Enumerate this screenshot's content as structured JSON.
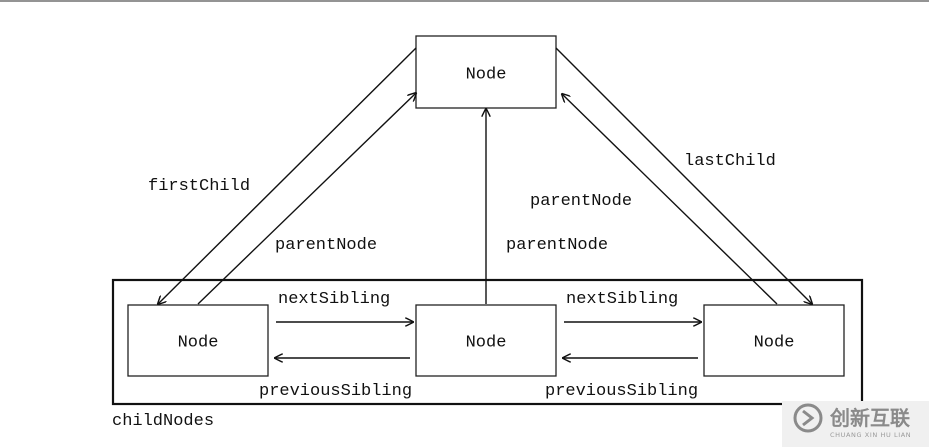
{
  "nodes": {
    "parent": "Node",
    "child_left": "Node",
    "child_middle": "Node",
    "child_right": "Node"
  },
  "labels": {
    "first_child": "firstChild",
    "last_child": "lastChild",
    "parent_node_left": "parentNode",
    "parent_node_middle": "parentNode",
    "parent_node_right": "parentNode",
    "next_sibling_left": "nextSibling",
    "next_sibling_right": "nextSibling",
    "previous_sibling_left": "previousSibling",
    "previous_sibling_right": "previousSibling",
    "child_nodes": "childNodes"
  },
  "watermark": {
    "text": "创新互联",
    "subtext": "CHUANG XIN HU LIAN"
  },
  "colors": {
    "line": "#111111",
    "box_border": "#222222",
    "background": "#ffffff"
  }
}
